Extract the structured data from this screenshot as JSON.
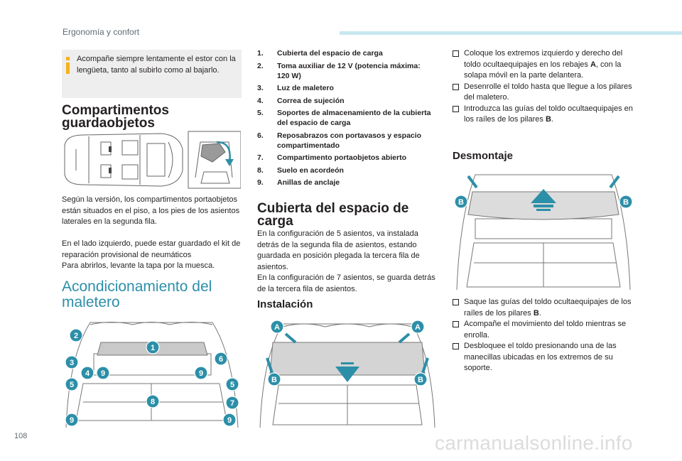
{
  "header": {
    "section": "Ergonomía y confort",
    "page_number": "108",
    "watermark": "carmanualsonline.info",
    "accent_color": "#c8e8f0"
  },
  "note": {
    "icon": "info-icon",
    "text": "Acompañe siempre lentamente el estor con la lengüeta, tanto al subirlo como al bajarlo."
  },
  "compartments": {
    "title_line1": "Compartimentos",
    "title_line2": "guardaobjetos",
    "body": "Según la versión, los compartimentos portaobjetos están situados en el piso, a los pies de los asientos laterales en la segunda fila.",
    "body2": "En el lado izquierdo, puede estar guardado el kit de reparación provisional de neumáticos",
    "body3": "Para abrirlos, levante la tapa por la muesca."
  },
  "boot": {
    "title_line1": "Acondicionamiento del",
    "title_line2": "maletero",
    "title_color": "#2c8fa8",
    "callouts": [
      "1",
      "2",
      "3",
      "4",
      "5",
      "6",
      "7",
      "8",
      "9"
    ],
    "items": [
      {
        "n": "1.",
        "text": "Cubierta del espacio de carga"
      },
      {
        "n": "2.",
        "text": "Toma auxiliar de 12 V (potencia máxima: 120 W)"
      },
      {
        "n": "3.",
        "text": "Luz de maletero"
      },
      {
        "n": "4.",
        "text": "Correa de sujeción"
      },
      {
        "n": "5.",
        "text": "Soportes de almacenamiento de la cubierta del espacio de carga"
      },
      {
        "n": "6.",
        "text": "Reposabrazos con portavasos y espacio compartimentado"
      },
      {
        "n": "7.",
        "text": "Compartimento portaobjetos abierto"
      },
      {
        "n": "8.",
        "text": "Suelo en acordeón"
      },
      {
        "n": "9.",
        "text": "Anillas de anclaje"
      }
    ]
  },
  "cover": {
    "title_line1": "Cubierta del espacio de",
    "title_line2": "carga",
    "body1": "En la configuración de 5 asientos, va instalada detrás de la segunda fila de asientos, estando guardada en posición plegada la tercera fila de asientos.",
    "body2": "En la configuración de 7 asientos, se guarda detrás de la tercera fila de asientos."
  },
  "install": {
    "title": "Instalación",
    "label_a": "A",
    "label_b": "B",
    "steps": [
      {
        "pre": "Coloque los extremos izquierdo y derecho del toldo ocultaequipajes en los rebajes ",
        "ref": "A",
        "post": ", con la solapa móvil en la parte delantera."
      },
      {
        "pre": "Desenrolle el toldo hasta que llegue a los pilares del maletero.",
        "ref": "",
        "post": ""
      },
      {
        "pre": "Introduzca las guías del toldo ocultaequipajes en los raíles de los pilares ",
        "ref": "B",
        "post": "."
      }
    ]
  },
  "remove": {
    "title": "Desmontaje",
    "label_b": "B",
    "steps": [
      {
        "pre": "Saque las guías del toldo ocultaequipajes de los raíles de los pilares ",
        "ref": "B",
        "post": "."
      },
      {
        "pre": "Acompañe el movimiento del toldo mientras se enrolla.",
        "ref": "",
        "post": ""
      },
      {
        "pre": "Desbloquee el toldo presionando una de las manecillas ubicadas en los extremos de su soporte.",
        "ref": "",
        "post": ""
      }
    ]
  }
}
